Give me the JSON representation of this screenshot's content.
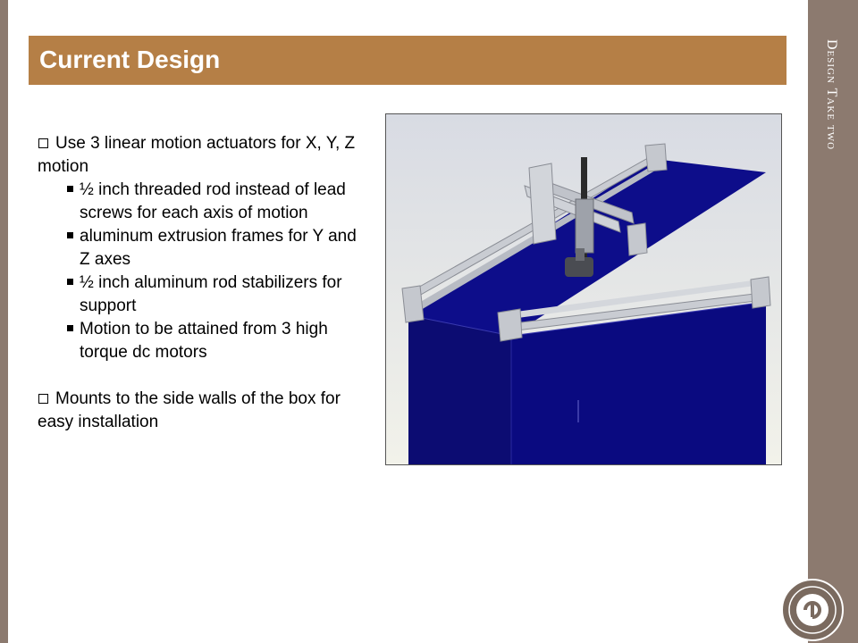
{
  "side_title": "Design Take two",
  "title": "Current Design",
  "bullets": [
    {
      "text": "Use 3 linear motion actuators for X, Y, Z motion"
    },
    {
      "text": "Mounts to the side walls of the box for easy installation"
    }
  ],
  "sub_bullets": [
    "½ inch threaded rod instead of lead screws for each axis of motion",
    "aluminum extrusion frames for Y and Z axes",
    "½ inch aluminum rod stabilizers for support",
    "Motion to be attained from 3 high torque dc motors"
  ],
  "colors": {
    "title_bar": "#b57f46",
    "sidebar": "#8c7a6f",
    "box": "#0a0a7a"
  }
}
